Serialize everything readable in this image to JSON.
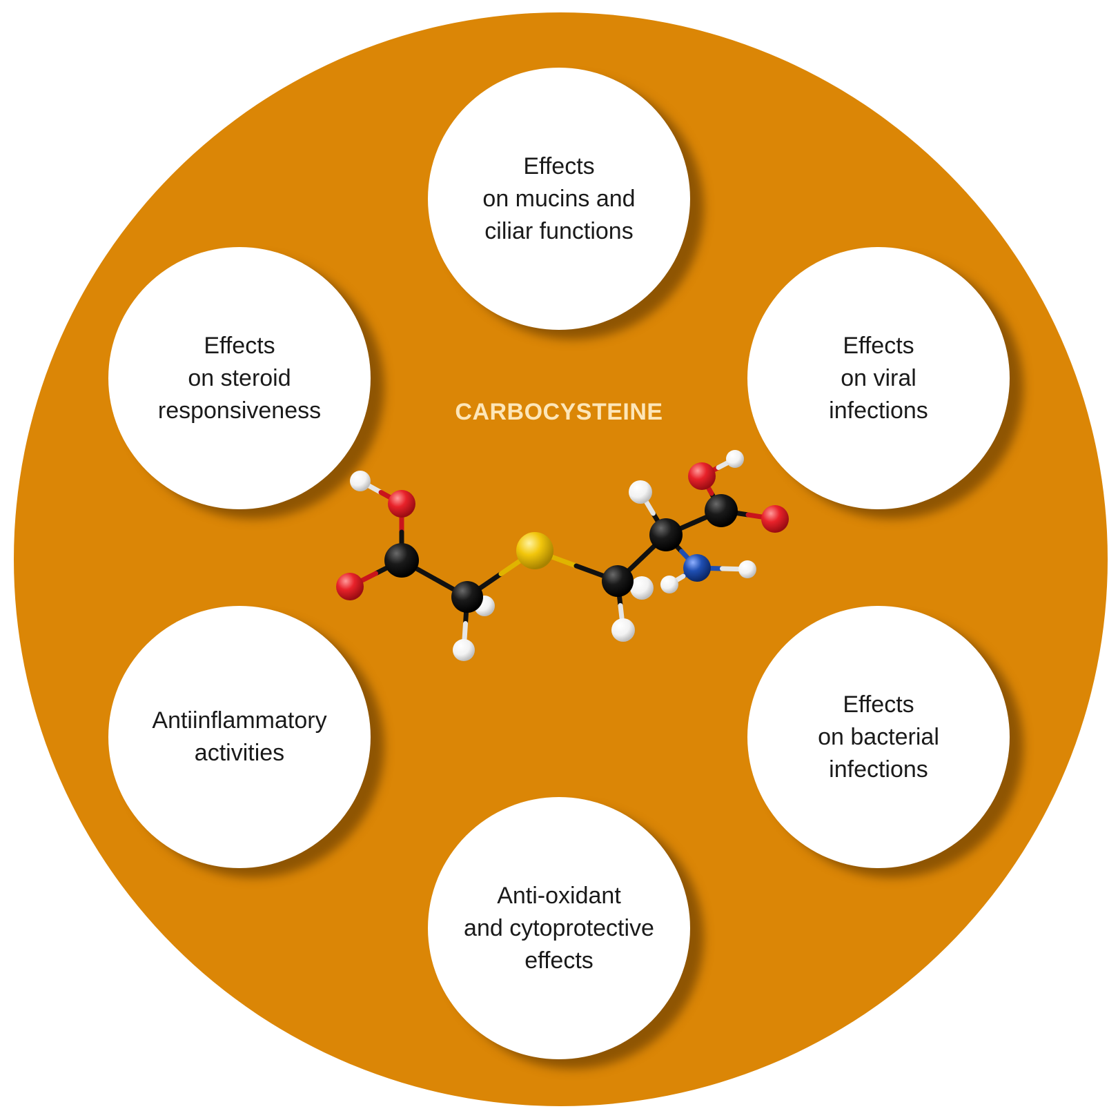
{
  "colors": {
    "disc": "#db8606",
    "title": "#fde6b8",
    "node_bg": "#ffffff",
    "carbon": "#111111",
    "oxygen": "#e8222a",
    "hydrogen": "#ffffff",
    "sulfur": "#f2c60c",
    "nitrogen": "#1f4fb3"
  },
  "center": {
    "title": "CARBOCYSTEINE",
    "molecule_icon": "ball-and-stick-molecule"
  },
  "nodes": {
    "top": {
      "text": "Effects\non mucins and\nciliar functions"
    },
    "top_right": {
      "text": "Effects\non viral\ninfections"
    },
    "bottom_right": {
      "text": "Effects\non bacterial\ninfections"
    },
    "bottom": {
      "text": "Anti-oxidant\nand cytoprotective\neffects"
    },
    "bottom_left": {
      "text": "Antiinflammatory\nactivities"
    },
    "top_left": {
      "text": "Effects\non steroid\nresponsiveness"
    }
  }
}
